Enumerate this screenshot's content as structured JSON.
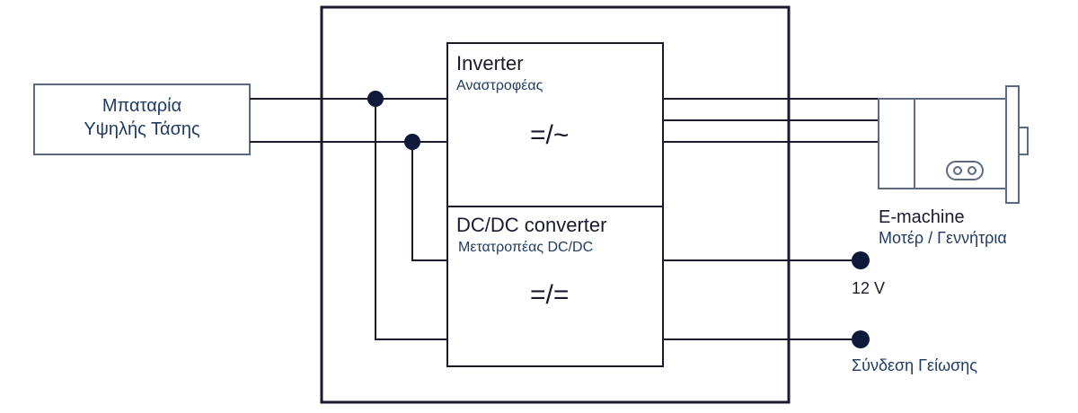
{
  "battery": {
    "line1": "Μπαταρία",
    "line2": "Υψηλής Τάσης"
  },
  "inverter": {
    "title": "Inverter",
    "subtitle": "Αναστροφέας",
    "symbol": "=/~"
  },
  "dcdc": {
    "title": "DC/DC converter",
    "subtitle": "Μετατροπέας DC/DC",
    "symbol": "=/="
  },
  "emachine": {
    "title": "E-machine",
    "subtitle": "Μοτέρ / Γεννήτρια"
  },
  "outputs": {
    "v12": "12 V",
    "ground": "Σύνδεση Γείωσης"
  },
  "colors": {
    "line": "#1a1a2e",
    "label_dark": "#1a1a2e",
    "label_blue": "#1f3a5f"
  }
}
